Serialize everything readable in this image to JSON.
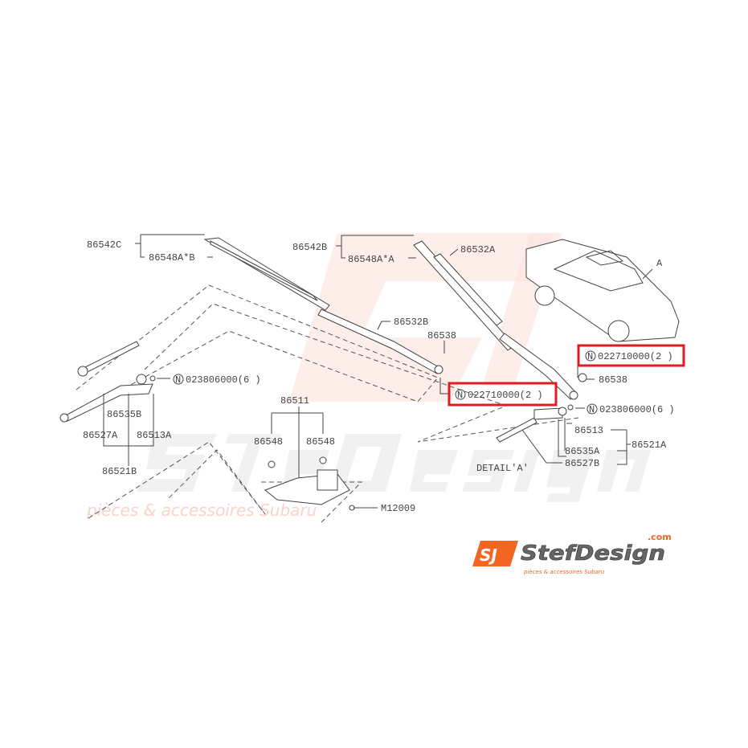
{
  "diagram": {
    "labels": {
      "blade_assy_left": "86542C",
      "blade_rubber_left": "86548A*B",
      "blade_assy_right": "86542B",
      "blade_rubber_right": "86548A*A",
      "arm_right": "86532A",
      "arm_left": "86532B",
      "cap_left": "86538",
      "cap_right": "86538",
      "detail_ref": "A",
      "nut_part_left": "022710000(2  )",
      "nut_part_right": "022710000(2  )",
      "bolt_part_left": "023806000(6  )",
      "bolt_part_right": "023806000(6  )",
      "n_symbol": "N",
      "link_pivot_a": "86513",
      "pivot_a": "86535A",
      "link_a": "86527B",
      "link_assy_a": "86521A",
      "detail_label": "DETAIL'A'",
      "pivot_b": "86535B",
      "link_b": "86527A",
      "link_pivot_b": "86513A",
      "link_assy_b": "86521B",
      "motor": "86511",
      "grommet_left": "86548",
      "grommet_right": "86548",
      "motor_bolt": "M12009"
    },
    "highlight_color": "#e01b22"
  },
  "watermark": {
    "brand": "StefDesign",
    "tagline": "pièces & accessoires Subaru"
  },
  "logo": {
    "mark": "SJ",
    "brand": "StefDesign",
    "domain": ".com",
    "tagline": "pièces & accessoires Subaru",
    "accent": "#f26522"
  }
}
